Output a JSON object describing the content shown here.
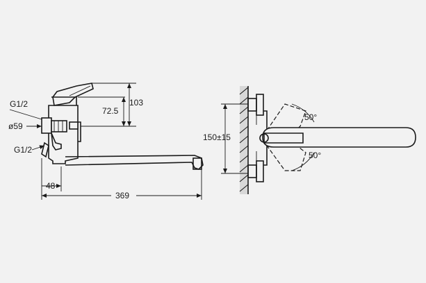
{
  "side_view": {
    "labels": {
      "inlet_top": "G1/2",
      "inlet_bottom": "G1/2",
      "diameter": "ø59",
      "height_total": "103",
      "height_body": "72.5",
      "offset": "48",
      "spout_length": "369"
    }
  },
  "front_view": {
    "labels": {
      "centers": "150±15",
      "angle_up": "50°",
      "angle_down": "50°"
    }
  }
}
